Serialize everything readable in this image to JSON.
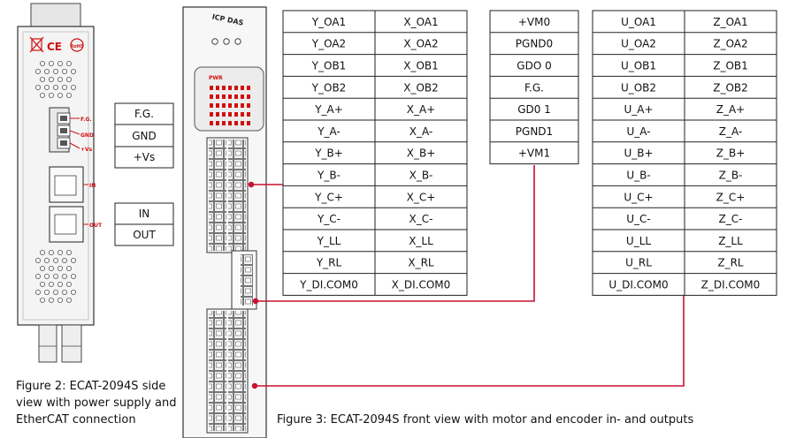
{
  "side_device": {
    "marks": [
      "CE",
      "WEEE",
      "RoHS"
    ],
    "power_pins": [
      "F.G.",
      "GND",
      "+Vs"
    ],
    "ports": [
      "IN",
      "OUT"
    ]
  },
  "front_device": {
    "brand": "ICP DAS",
    "led_label": "PWR"
  },
  "power_table": [
    "F.G.",
    "GND",
    "+Vs"
  ],
  "ethercat_table": [
    "IN",
    "OUT"
  ],
  "motor_power_table": [
    "+VM0",
    "PGND0",
    "GDO 0",
    "F.G.",
    "GD0 1",
    "PGND1",
    "+VM1"
  ],
  "yx_table": {
    "rows": [
      [
        "Y_OA1",
        "X_OA1"
      ],
      [
        "Y_OA2",
        "X_OA2"
      ],
      [
        "Y_OB1",
        "X_OB1"
      ],
      [
        "Y_OB2",
        "X_OB2"
      ],
      [
        "Y_A+",
        "X_A+"
      ],
      [
        "Y_A-",
        "X_A-"
      ],
      [
        "Y_B+",
        "X_B+"
      ],
      [
        "Y_B-",
        "X_B-"
      ],
      [
        "Y_C+",
        "X_C+"
      ],
      [
        "Y_C-",
        "X_C-"
      ],
      [
        "Y_LL",
        "X_LL"
      ],
      [
        "Y_RL",
        "X_RL"
      ],
      [
        "Y_DI.COM0",
        "X_DI.COM0"
      ]
    ]
  },
  "uz_table": {
    "rows": [
      [
        "U_OA1",
        "Z_OA1"
      ],
      [
        "U_OA2",
        "Z_OA2"
      ],
      [
        "U_OB1",
        "Z_OB1"
      ],
      [
        "U_OB2",
        "Z_OB2"
      ],
      [
        "U_A+",
        "Z_A+"
      ],
      [
        "U_A-",
        "Z_A-"
      ],
      [
        "U_B+",
        "Z_B+"
      ],
      [
        "U_B-",
        "Z_B-"
      ],
      [
        "U_C+",
        "Z_C+"
      ],
      [
        "U_C-",
        "Z_C-"
      ],
      [
        "U_LL",
        "Z_LL"
      ],
      [
        "U_RL",
        "Z_RL"
      ],
      [
        "U_DI.COM0",
        "Z_DI.COM0"
      ]
    ]
  },
  "captions": {
    "figure2": [
      "Figure 2: ECAT-2094S side",
      "view with power supply and",
      "EtherCAT connection"
    ],
    "figure3": "Figure 3: ECAT-2094S front view with motor and encoder in- and outputs"
  },
  "colors": {
    "connector_line": "#c8102e",
    "table_border": "#222222",
    "label_red": "#d01010"
  }
}
